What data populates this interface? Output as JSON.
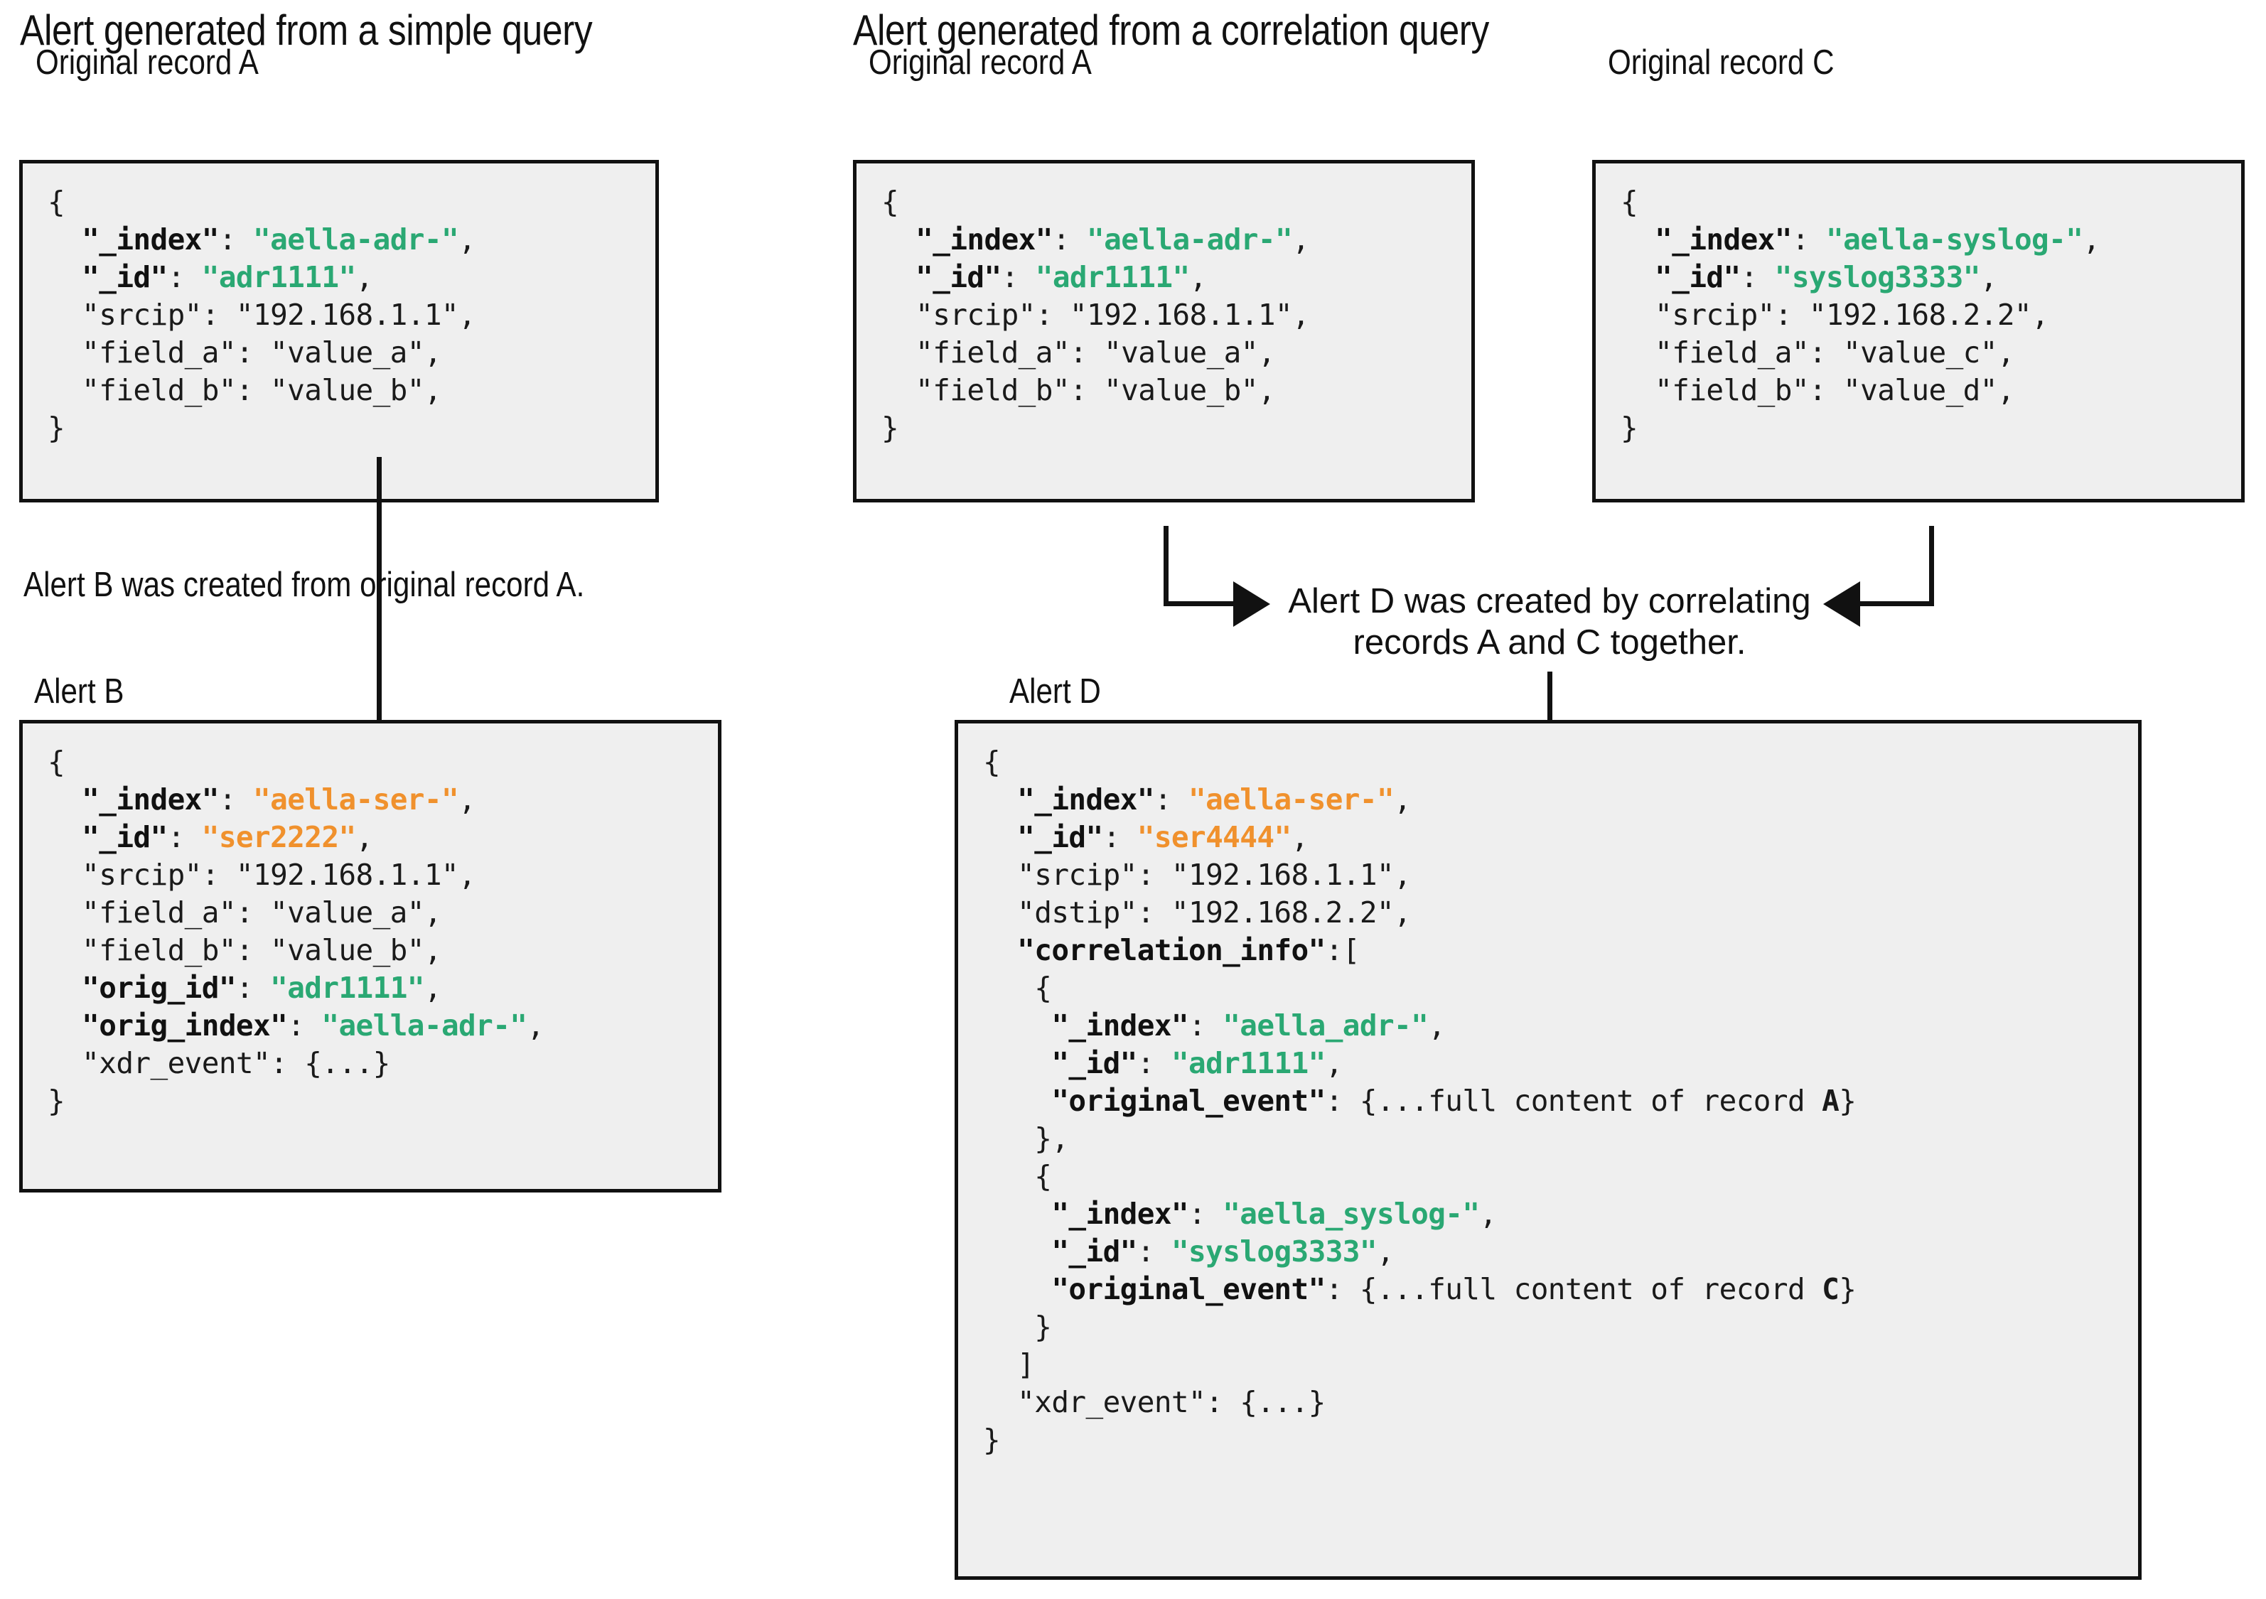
{
  "panels": {
    "left": {
      "title": "Alert generated from a simple query",
      "record_label": "Original record A",
      "caption": "Alert B was created from original record A.",
      "alert_label": "Alert B"
    },
    "right": {
      "title": "Alert generated from a correlation query",
      "record_a_label": "Original record A",
      "record_c_label": "Original record C",
      "caption": "Alert D was created by correlating\nrecords A and C together.",
      "alert_label": "Alert D"
    }
  },
  "colors": {
    "green": "#2aa873",
    "orange": "#f0912d",
    "box_fill": "#efefef",
    "box_border": "#111111",
    "text": "#111111"
  },
  "code": {
    "record_a_left": [
      "{",
      "  \"_index\": \"aella-adr-\",",
      "  \"_id\": \"adr1111\",",
      "  \"srcip\": \"192.168.1.1\",",
      "  \"field_a\": \"value_a\",",
      "  \"field_b\": \"value_b\",",
      "}"
    ],
    "alert_b": [
      "{",
      "  \"_index\": \"aella-ser-\",",
      "  \"_id\": \"ser2222\",",
      "  \"srcip\": \"192.168.1.1\",",
      "  \"field_a\": \"value_a\",",
      "  \"field_b\": \"value_b\",",
      "  \"orig_id\": \"adr1111\",",
      "  \"orig_index\": \"aella-adr-\",",
      "  \"xdr_event\": {...}",
      "}"
    ],
    "record_a_right": [
      "{",
      "  \"_index\": \"aella-adr-\",",
      "  \"_id\": \"adr1111\",",
      "  \"srcip\": \"192.168.1.1\",",
      "  \"field_a\": \"value_a\",",
      "  \"field_b\": \"value_b\",",
      "}"
    ],
    "record_c": [
      "{",
      "  \"_index\": \"aella-syslog-\",",
      "  \"_id\": \"syslog3333\",",
      "  \"srcip\": \"192.168.2.2\",",
      "  \"field_a\": \"value_c\",",
      "  \"field_b\": \"value_d\",",
      "}"
    ],
    "alert_d": [
      "{",
      "  \"_index\": \"aella-ser-\",",
      "  \"_id\": \"ser4444\",",
      "  \"srcip\": \"192.168.1.1\",",
      "  \"dstip\": \"192.168.2.2\",",
      "  \"correlation_info\":[",
      "   {",
      "    \"_index\": \"aella_adr-\",",
      "    \"_id\": \"adr1111\",",
      "    \"original_event\": {...full content of record A}",
      "   },",
      "   {",
      "    \"_index\": \"aella_syslog-\",",
      "    \"_id\": \"syslog3333\",",
      "    \"original_event\": {...full content of record C}",
      "   }",
      "  ]",
      "  \"xdr_event\": {...}",
      "}"
    ]
  }
}
